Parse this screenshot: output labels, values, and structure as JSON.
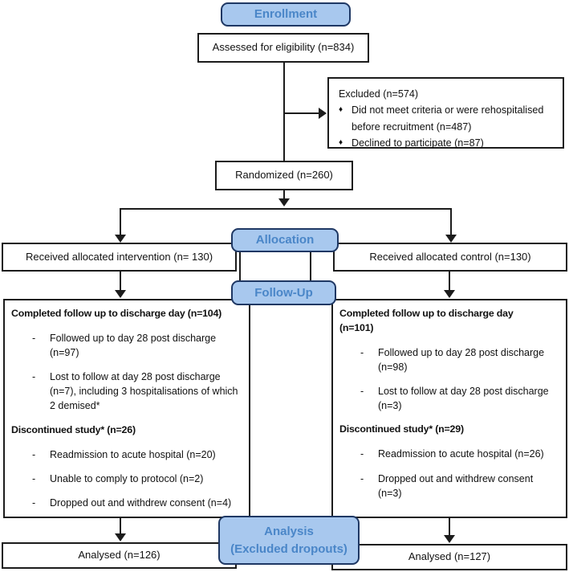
{
  "palette": {
    "badge_fill": "#a8c8ee",
    "badge_border": "#1f3864",
    "badge_text": "#4a86c8",
    "line_color": "#1c1c1c",
    "box_background": "#ffffff"
  },
  "badges": {
    "enrollment": {
      "label": "Enrollment"
    },
    "allocation": {
      "label": "Allocation"
    },
    "followup": {
      "label": "Follow-Up"
    },
    "analysis": {
      "line1": "Analysis",
      "line2": "(Excluded dropouts)"
    }
  },
  "boxes": {
    "assessed": {
      "text": "Assessed for eligibility (n=834)"
    },
    "excluded": {
      "title": "Excluded (n=574)",
      "bullet_glyph": "♦",
      "items": [
        "Did not meet criteria or were rehospitalised before recruitment (n=487)",
        "Declined to participate (n=87)"
      ]
    },
    "randomized": {
      "text": "Randomized (n=260)"
    },
    "intervention": {
      "text": "Received allocated intervention (n= 130)"
    },
    "control": {
      "text": "Received allocated control (n=130)"
    },
    "followup_left": {
      "dash_glyph": "-",
      "sections": [
        {
          "title": "Completed follow up to discharge day (n=104)",
          "items": [
            "Followed up to day 28 post discharge (n=97)",
            "Lost to follow at day 28 post discharge (n=7), including 3 hospitalisations of which 2 demised*"
          ]
        },
        {
          "title": "Discontinued study* (n=26)",
          "items": [
            "Readmission to acute hospital (n=20)",
            "Unable to comply to protocol (n=2)",
            "Dropped out and withdrew consent (n=4)"
          ]
        }
      ]
    },
    "followup_right": {
      "dash_glyph": "-",
      "sections": [
        {
          "title": "Completed follow up to discharge day (n=101)",
          "items": [
            "Followed up to day 28 post discharge (n=98)",
            "Lost to follow at day 28 post discharge (n=3)"
          ]
        },
        {
          "title": "Discontinued study* (n=29)",
          "items": [
            "Readmission to acute hospital (n=26)",
            "Dropped out and withdrew consent (n=3)"
          ]
        }
      ]
    },
    "analysed_left": {
      "text": "Analysed (n=126)"
    },
    "analysed_right": {
      "text": "Analysed (n=127)"
    }
  }
}
